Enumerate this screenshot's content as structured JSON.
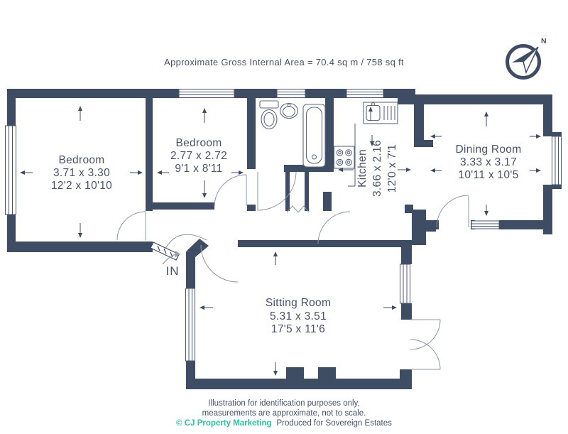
{
  "header": {
    "area_text": "Approximate Gross Internal Area = 70.4 sq m / 758 sq ft"
  },
  "compass": {
    "label": "N"
  },
  "rooms": {
    "bedroom1": {
      "name": "Bedroom",
      "metric": "3.71 x 3.30",
      "imperial": "12'2 x 10'10"
    },
    "bedroom2": {
      "name": "Bedroom",
      "metric": "2.77 x 2.72",
      "imperial": "9'1 x 8'11"
    },
    "kitchen": {
      "name": "Kitchen",
      "metric": "3.66 x 2.16",
      "imperial": "12'0 x 7'1"
    },
    "dining": {
      "name": "Dining Room",
      "metric": "3.33 x 3.17",
      "imperial": "10'11 x 10'5"
    },
    "sitting": {
      "name": "Sitting Room",
      "metric": "5.31 x 3.51",
      "imperial": "17'5 x 11'6"
    }
  },
  "entrance": {
    "label": "IN"
  },
  "footer": {
    "line1": "Illustration for identification purposes only,",
    "line2": "measurements are approximate, not to scale.",
    "copyright": "© CJ Property Marketing",
    "produced": "Produced for Sovereign Estates"
  },
  "colors": {
    "wall": "#3f4d64",
    "text": "#47536b",
    "accent": "#2ec3a3",
    "thin_line": "#8c95a6"
  }
}
